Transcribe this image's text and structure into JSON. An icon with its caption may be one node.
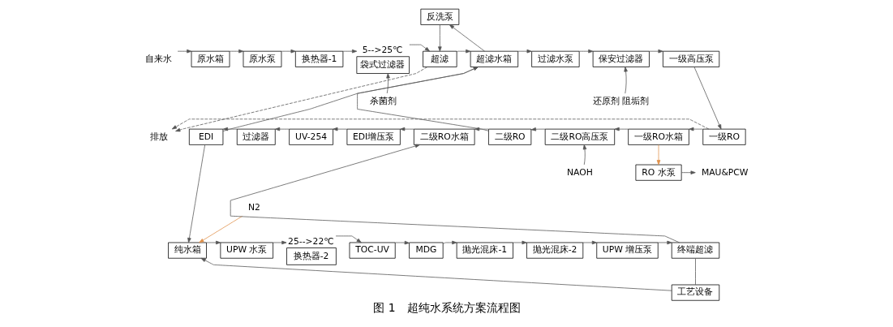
{
  "diagram": {
    "caption": "图 1　超纯水系统方案流程图",
    "nodes": [
      {
        "text": [
          "自来水"
        ]
      },
      {
        "text": [
          "原水箱"
        ]
      },
      {
        "text": [
          "原水泵"
        ]
      },
      {
        "text": [
          "换热器-1"
        ]
      },
      {
        "text": [
          "袋式过滤器"
        ],
        "beside": [
          "5-->25℃"
        ]
      },
      {
        "text": [
          "杀菌剂"
        ]
      },
      {
        "text": [
          "超滤"
        ]
      },
      {
        "text": [
          "反洗泵"
        ]
      },
      {
        "text": [
          "超滤水箱"
        ]
      },
      {
        "text": [
          "过滤水泵"
        ]
      },
      {
        "text": [
          "还原剂 阻垢剂"
        ]
      },
      {
        "text": [
          "保安过滤器"
        ]
      },
      {
        "text": [
          "一级高压泵"
        ]
      },
      {
        "text": [
          "排放"
        ]
      },
      {
        "text": [
          "一级RO"
        ]
      },
      {
        "text": [
          "一级RO水箱"
        ]
      },
      {
        "text": [
          "二级RO高压泵"
        ]
      },
      {
        "text": [
          "NAOH"
        ]
      },
      {
        "text": [
          "二级RO"
        ]
      },
      {
        "text": [
          "二级RO水箱"
        ]
      },
      {
        "text": [
          "EDI增压泵"
        ]
      },
      {
        "text": [
          "UV-254"
        ]
      },
      {
        "text": [
          "过滤器"
        ]
      },
      {
        "text": [
          "EDI"
        ]
      },
      {
        "text": [
          "RO 水泵"
        ]
      },
      {
        "text": [
          "MAU&PCW"
        ]
      },
      {
        "text": [
          "N2"
        ]
      },
      {
        "text": [
          "纯水箱"
        ]
      },
      {
        "text": [
          "UPW 水泵"
        ]
      },
      {
        "text": [
          "换热器-2"
        ],
        "beside": [
          "25-->22℃"
        ]
      },
      {
        "text": [
          "TOC-UV"
        ]
      },
      {
        "text": [
          "MDG"
        ]
      },
      {
        "text": [
          "抛光混床-1"
        ]
      },
      {
        "text": [
          "抛光混床-2"
        ]
      },
      {
        "text": [
          "UPW 增压泵"
        ]
      },
      {
        "text": [
          "终端超滤"
        ]
      },
      {
        "text": [
          "工艺设备"
        ]
      }
    ],
    "edges": [
      {
        "from": 0,
        "to": 1,
        "arrow": "to"
      },
      {
        "from": 1,
        "to": 2,
        "arrow": "to"
      },
      {
        "from": 2,
        "to": 3,
        "arrow": "to"
      },
      {
        "from": 3,
        "to": 4,
        "arrow": "to"
      },
      {
        "from": 5,
        "to": 4,
        "arrow": "to"
      },
      {
        "from": 4,
        "to": 6,
        "arrow": "to"
      },
      {
        "from": 6,
        "to": 8,
        "arrow": "to"
      },
      {
        "from": 8,
        "to": 7,
        "arrow": "to"
      },
      {
        "from": 7,
        "to": 6,
        "arrow": "to"
      },
      {
        "from": 8,
        "to": 9,
        "arrow": "to"
      },
      {
        "from": 9,
        "to": 11,
        "arrow": "to"
      },
      {
        "from": 10,
        "to": 11,
        "arrow": "to"
      },
      {
        "from": 11,
        "to": 12,
        "arrow": "to"
      },
      {
        "from": 12,
        "to": 14,
        "arrow": "to"
      },
      {
        "from": 6,
        "to": 13,
        "arrow": "to",
        "style": "dashed"
      },
      {
        "from": 14,
        "to": 13,
        "arrow": "to",
        "style": "dashed"
      },
      {
        "from": 14,
        "to": 15,
        "arrow": "to"
      },
      {
        "from": 15,
        "to": 16,
        "arrow": "to"
      },
      {
        "from": 17,
        "to": 16,
        "arrow": "to"
      },
      {
        "from": 16,
        "to": 18,
        "arrow": "to"
      },
      {
        "from": 18,
        "to": 19,
        "arrow": "to"
      },
      {
        "from": 19,
        "to": 20,
        "arrow": "to"
      },
      {
        "from": 20,
        "to": 21,
        "arrow": "to"
      },
      {
        "from": 21,
        "to": 22,
        "arrow": "to"
      },
      {
        "from": 22,
        "to": 23,
        "arrow": "to"
      },
      {
        "from": 23,
        "to": 8,
        "arrow": "to"
      },
      {
        "from": 18,
        "to": 8,
        "arrow": "to"
      },
      {
        "from": 15,
        "to": 24,
        "arrow": "to",
        "color": "#e0914a"
      },
      {
        "from": 24,
        "to": 25,
        "arrow": "to"
      },
      {
        "from": 23,
        "to": 27,
        "arrow": "to"
      },
      {
        "from": 26,
        "to": 27,
        "arrow": "to",
        "color": "#e0914a"
      },
      {
        "from": 27,
        "to": 28,
        "arrow": "to"
      },
      {
        "from": 28,
        "to": 29,
        "arrow": "to"
      },
      {
        "from": 29,
        "to": 30,
        "arrow": "to"
      },
      {
        "from": 30,
        "to": 31,
        "arrow": "to"
      },
      {
        "from": 31,
        "to": 32,
        "arrow": "to"
      },
      {
        "from": 32,
        "to": 33,
        "arrow": "to"
      },
      {
        "from": 33,
        "to": 34,
        "arrow": "to"
      },
      {
        "from": 34,
        "to": 35,
        "arrow": "to"
      },
      {
        "from": 35,
        "to": 19,
        "arrow": "to"
      },
      {
        "from": 35,
        "to": 36,
        "arrow": "none"
      },
      {
        "from": 36,
        "to": 27,
        "arrow": "to"
      }
    ]
  }
}
